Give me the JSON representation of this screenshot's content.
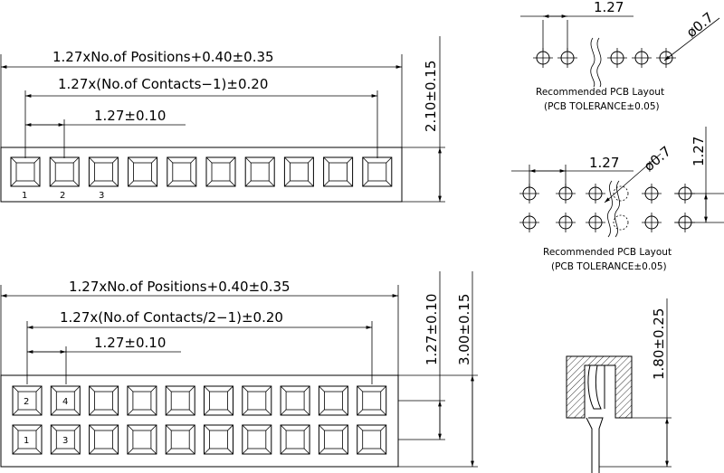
{
  "views": {
    "single_row": {
      "dim_overall": "1.27xNo.of  Positions+0.40±0.35",
      "dim_contacts": "1.27x(No.of  Contacts−1)±0.20",
      "dim_pitch": "1.27±0.10",
      "dim_height": "2.10±0.15",
      "pin_labels": [
        "1",
        "2",
        "3"
      ]
    },
    "double_row": {
      "dim_overall": "1.27xNo.of  Positions+0.40±0.35",
      "dim_contacts": "1.27x(No.of  Contacts/2−1)±0.20",
      "dim_pitch": "1.27±0.10",
      "dim_row_pitch": "1.27±0.10",
      "dim_height": "3.00±0.15",
      "pin_labels": [
        "2",
        "4",
        "1",
        "3"
      ]
    },
    "pcb_single": {
      "dim_pitch": "1.27",
      "dim_hole": "ø0.7",
      "caption": "Recommended PCB Layout",
      "tolerance": "(PCB TOLERANCE±0.05)"
    },
    "pcb_double": {
      "dim_pitch": "1.27",
      "dim_hole": "ø0.7",
      "dim_row_pitch": "1.27",
      "caption": "Recommended PCB Layout",
      "tolerance": "(PCB TOLERANCE±0.05)"
    },
    "side_view": {
      "dim_height": "1.80±0.25"
    }
  }
}
